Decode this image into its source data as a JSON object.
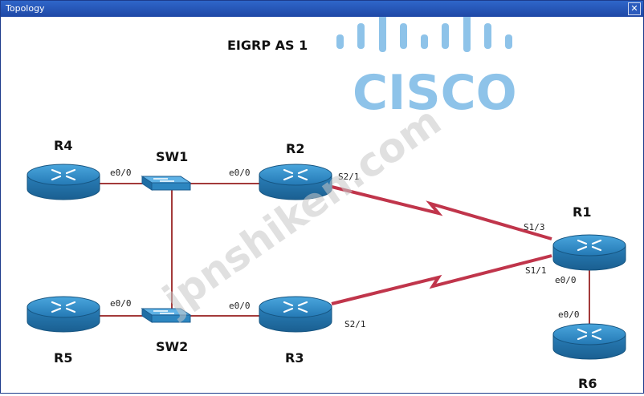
{
  "window": {
    "title": "Topology"
  },
  "diagram": {
    "heading": "EIGRP AS 1",
    "nodes": {
      "r4": "R4",
      "sw1": "SW1",
      "r2": "R2",
      "r5": "R5",
      "sw2": "SW2",
      "r3": "R3",
      "r1": "R1",
      "r6": "R6"
    },
    "interfaces": {
      "r4_sw1": "e0/0",
      "r2_sw1": "e0/0",
      "r2_s": "S2/1",
      "r1_s13": "S1/3",
      "r1_s11": "S1/1",
      "r1_e": "e0/0",
      "r6_e": "e0/0",
      "r5_sw2": "e0/0",
      "r3_sw2": "e0/0",
      "r3_s": "S2/1"
    }
  },
  "watermark": {
    "logo_text": "CISCO",
    "site": "jpnshiken.com"
  },
  "colors": {
    "link": "#a33a3a",
    "serial": "#c0354b",
    "router": "#2d86c0",
    "titlebar": "#1e48a6"
  }
}
